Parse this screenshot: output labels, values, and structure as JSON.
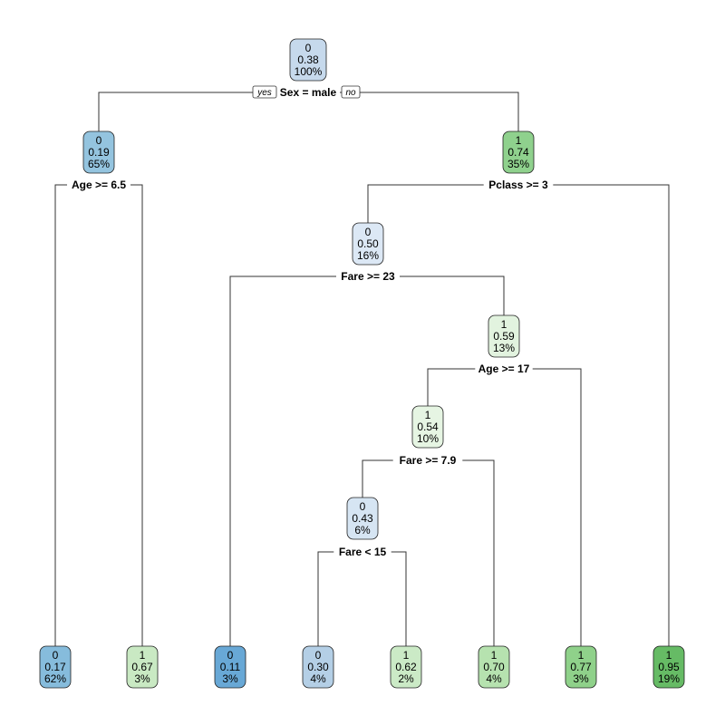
{
  "tree": {
    "branch_labels": {
      "yes": "yes",
      "no": "no"
    },
    "nodes": [
      {
        "id": "n1",
        "class_label": "0",
        "prob": "0.38",
        "pct": "100%",
        "fill": "#c6d9ec"
      },
      {
        "id": "n2",
        "class_label": "0",
        "prob": "0.19",
        "pct": "65%",
        "fill": "#94c4df"
      },
      {
        "id": "n3",
        "class_label": "1",
        "prob": "0.74",
        "pct": "35%",
        "fill": "#8fd18d"
      },
      {
        "id": "n6",
        "class_label": "0",
        "prob": "0.50",
        "pct": "16%",
        "fill": "#dce8f5"
      },
      {
        "id": "n13",
        "class_label": "1",
        "prob": "0.59",
        "pct": "13%",
        "fill": "#e2f3df"
      },
      {
        "id": "n26",
        "class_label": "1",
        "prob": "0.54",
        "pct": "10%",
        "fill": "#e6f5e3"
      },
      {
        "id": "n52",
        "class_label": "0",
        "prob": "0.43",
        "pct": "6%",
        "fill": "#d6e5f3"
      },
      {
        "id": "l1",
        "class_label": "0",
        "prob": "0.17",
        "pct": "62%",
        "fill": "#86bcdc"
      },
      {
        "id": "l2",
        "class_label": "1",
        "prob": "0.67",
        "pct": "3%",
        "fill": "#c9e9c3"
      },
      {
        "id": "l3",
        "class_label": "0",
        "prob": "0.11",
        "pct": "3%",
        "fill": "#68a8d6"
      },
      {
        "id": "l4",
        "class_label": "0",
        "prob": "0.30",
        "pct": "4%",
        "fill": "#b4cfe6"
      },
      {
        "id": "l5",
        "class_label": "1",
        "prob": "0.62",
        "pct": "2%",
        "fill": "#cbeac6"
      },
      {
        "id": "l6",
        "class_label": "1",
        "prob": "0.70",
        "pct": "4%",
        "fill": "#b6e2af"
      },
      {
        "id": "l7",
        "class_label": "1",
        "prob": "0.77",
        "pct": "3%",
        "fill": "#8fd18a"
      },
      {
        "id": "l8",
        "class_label": "1",
        "prob": "0.95",
        "pct": "19%",
        "fill": "#66bb65"
      }
    ],
    "splits": [
      {
        "id": "s1",
        "label": "Sex = male"
      },
      {
        "id": "s2",
        "label": "Age >= 6.5"
      },
      {
        "id": "s3",
        "label": "Pclass >= 3"
      },
      {
        "id": "s4",
        "label": "Fare >= 23"
      },
      {
        "id": "s5",
        "label": "Age >= 17"
      },
      {
        "id": "s6",
        "label": "Fare >= 7.9"
      },
      {
        "id": "s7",
        "label": "Fare < 15"
      }
    ]
  }
}
